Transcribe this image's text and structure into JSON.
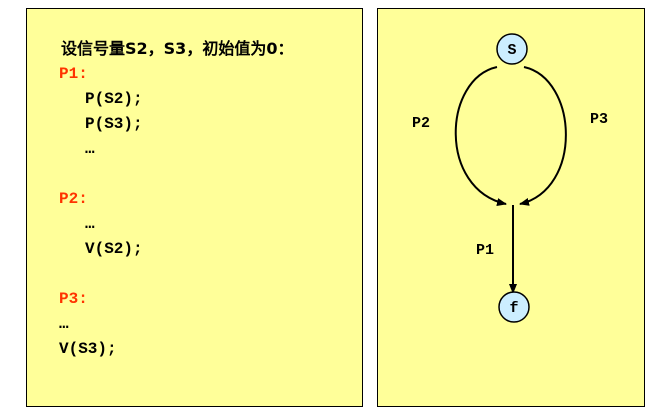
{
  "left": {
    "heading": "设信号量S2，S3，初始值为0：",
    "p1_label": "P1:",
    "p1_line1": "P(S2);",
    "p1_line2": "P(S3);",
    "p1_line3": "…",
    "p2_label": "P2:",
    "p2_line1": "…",
    "p2_line2": "V(S2);",
    "p3_label": "P3:",
    "p3_line1": "…",
    "p3_line2": "V(S3);"
  },
  "diagram": {
    "node_s": "S",
    "node_f": "f",
    "edge_left": "P2",
    "edge_right": "P3",
    "edge_down": "P1",
    "node_fill": "#cceeff",
    "panel_fill": "#ffff99",
    "label_red": "#ff3300"
  }
}
